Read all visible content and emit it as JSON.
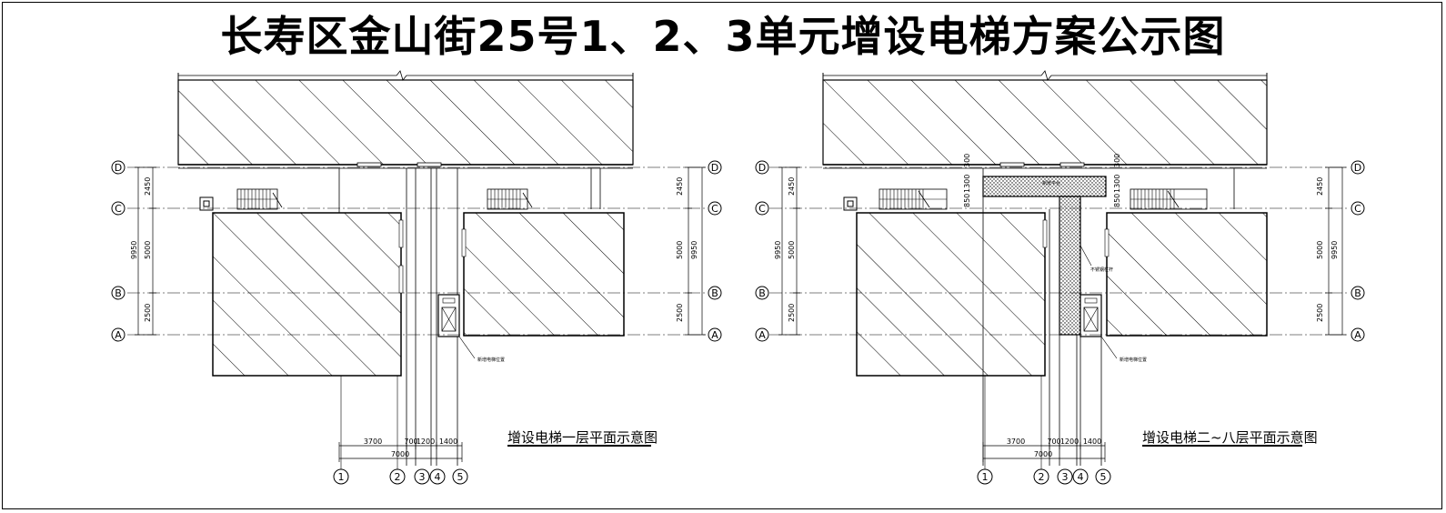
{
  "title": "长寿区金山街25号1、2、3单元增设电梯方案公示图",
  "left_plan": {
    "caption": "增设电梯一层平面示意图",
    "elevator_note": "新增电梯位置"
  },
  "right_plan": {
    "caption": "增设电梯二~八层平面示意图",
    "elevator_note": "新增电梯位置",
    "corridor_note": "新增平台",
    "wall_note": "不锈钢栏杆"
  },
  "row_axes": [
    "D",
    "C",
    "B",
    "A"
  ],
  "column_axes": [
    "1",
    "2",
    "3",
    "4",
    "5"
  ],
  "vertical_dims": {
    "d_c": "2450",
    "c_b": "5000",
    "b_a": "2500",
    "total": "9950"
  },
  "horizontal_dims": {
    "s1": "3700",
    "s2": "700",
    "s3": "1200",
    "s4": "1400",
    "total": "7000"
  },
  "small_dims": {
    "a": "300",
    "b": "1300",
    "c": "850"
  },
  "colors": {
    "line": "#000000",
    "background": "#ffffff"
  }
}
